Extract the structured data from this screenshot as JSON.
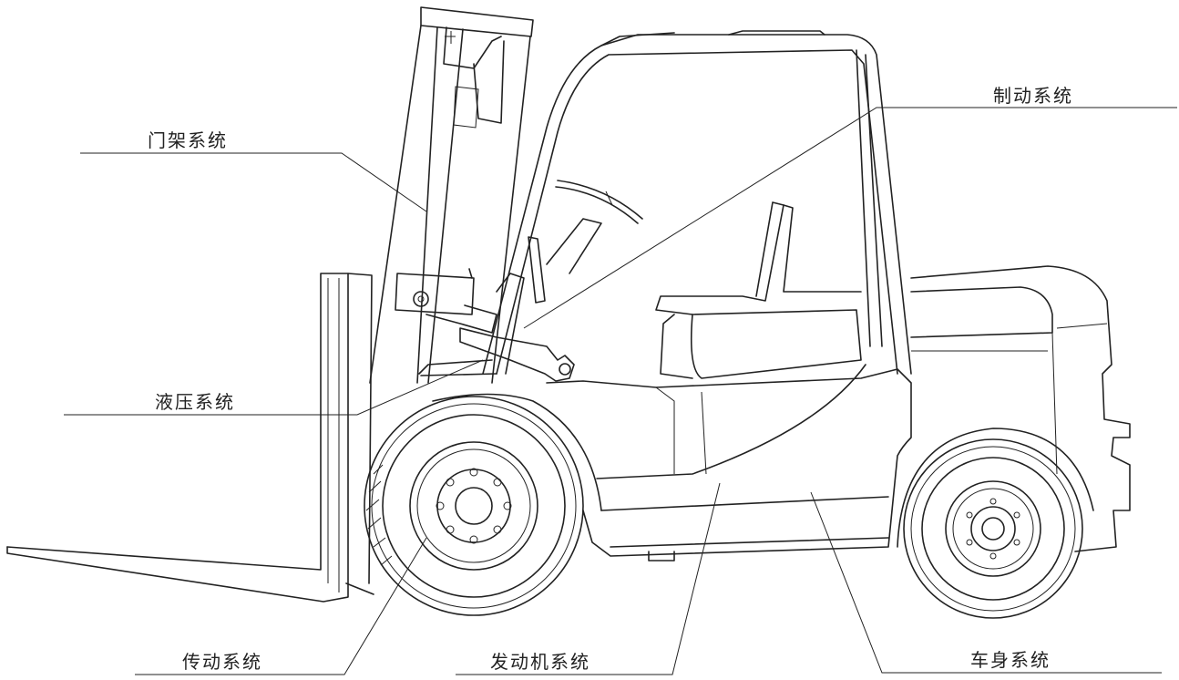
{
  "labels": {
    "mast": "门架系统",
    "brake": "制动系统",
    "hydraulic": "液压系统",
    "transmission": "传动系统",
    "engine": "发动机系统",
    "body": "车身系统"
  },
  "colors": {
    "line": "#222222",
    "background": "#ffffff"
  }
}
